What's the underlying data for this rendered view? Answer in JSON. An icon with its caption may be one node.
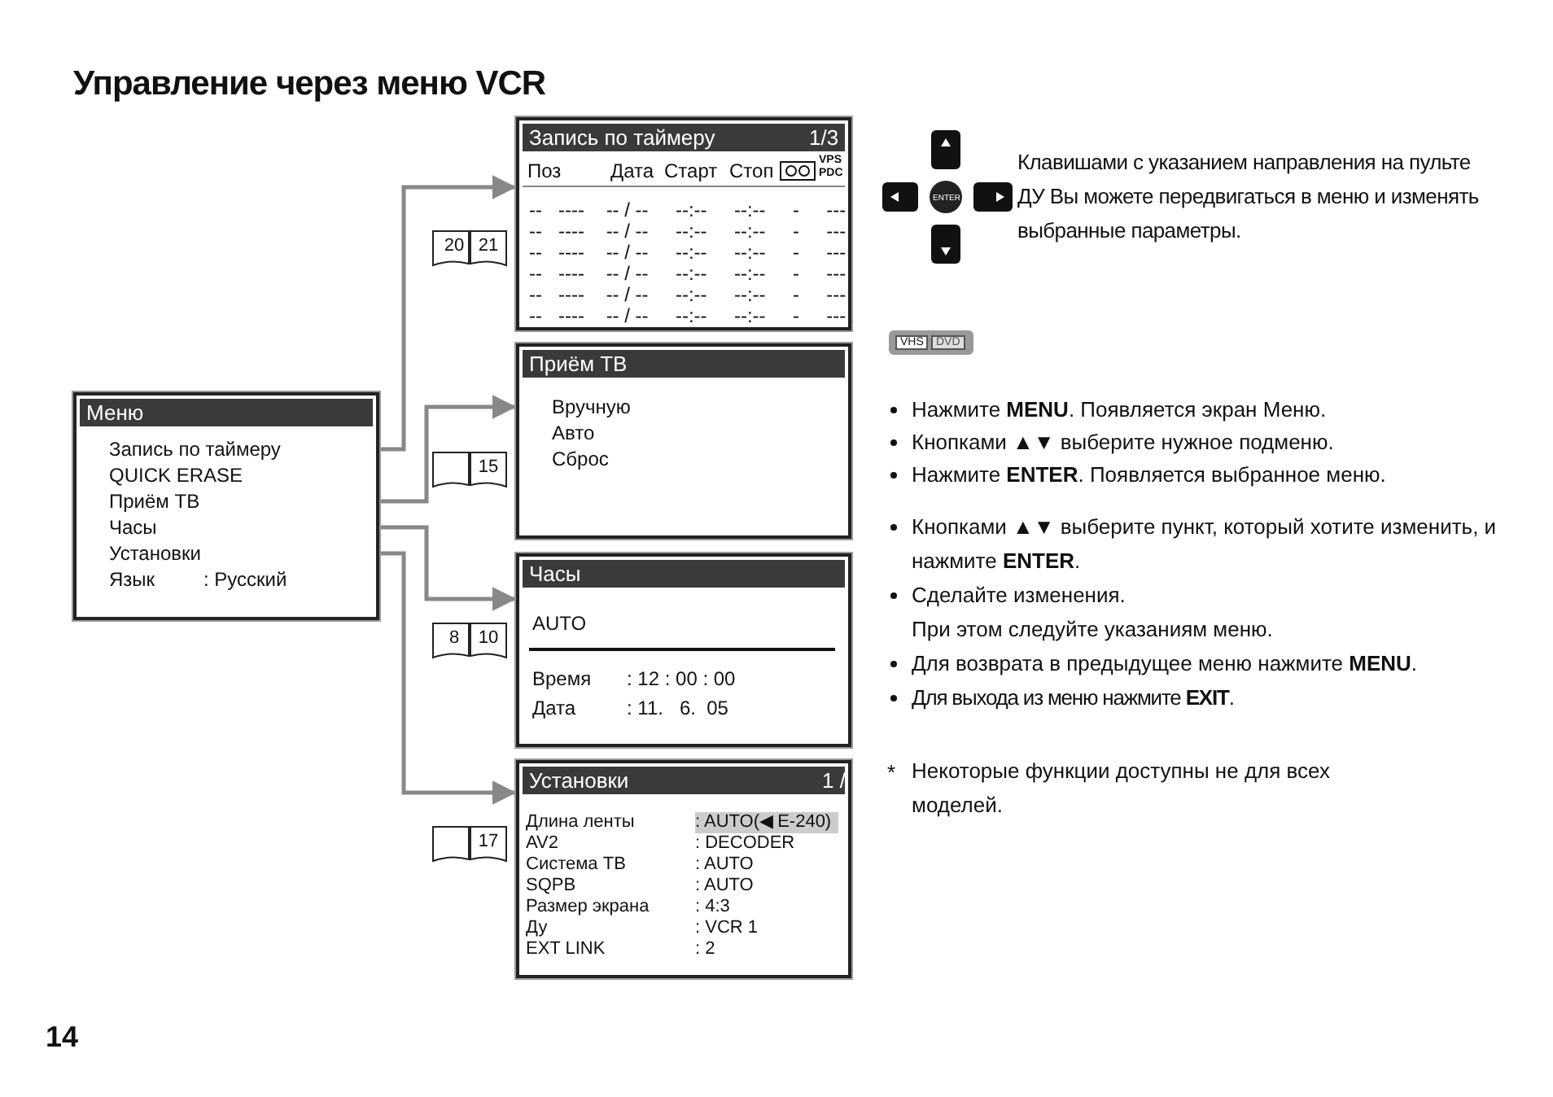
{
  "diagram": {
    "title": "Управление через меню VCR",
    "nodes": [
      {
        "text": [
          "Меню"
        ]
      },
      {
        "text": [
          "Запись по таймеру"
        ],
        "in": 0
      },
      {
        "text": [
          "QUICK ERASE"
        ],
        "in": 0
      },
      {
        "text": [
          "Приём ТВ"
        ],
        "in": 0
      },
      {
        "text": [
          "Часы"
        ],
        "in": 0
      },
      {
        "text": [
          "Установки"
        ],
        "in": 0
      },
      {
        "text": [
          "Язык",
          ": Русский"
        ],
        "in": 0
      },
      {
        "text": [
          "Запись по таймеру",
          "1/3",
          "Поз",
          "Дата",
          "Старт",
          "Стоп",
          "VPS PDC",
          "--   ----    -- / --     --:--     --:--     -     ---",
          "--   ----    -- / --     --:--     --:--     -     ---",
          "--   ----    -- / --     --:--     --:--     -     ---",
          "--   ----    -- / --     --:--     --:--     -     ---",
          "--   ----    -- / --     --:--     --:--     -     ---",
          "--   ----    -- / --     --:--     --:--     -     ---"
        ]
      },
      {
        "text": [
          "Приём ТВ",
          "Вручную",
          "Авто",
          "Сброс"
        ]
      },
      {
        "text": [
          "Часы",
          "AUTO",
          "Время",
          ": 12 : 00 : 00",
          "Дата",
          ": 11.   6.  05"
        ]
      },
      {
        "text": [
          "Установки",
          "1 /",
          "Длина ленты",
          ": AUTO(◀ E-240)",
          "AV2",
          ": DECODER",
          "Система ТВ",
          ": AUTO",
          "SQPB",
          ": AUTO",
          "Размер экрана",
          ": 4:3",
          "Ду",
          ": VCR 1",
          "EXT LINK",
          ": 2"
        ]
      }
    ],
    "edges": [
      {
        "from": 1,
        "to": 7,
        "arrow": "to"
      },
      {
        "from": 3,
        "to": 8,
        "arrow": "to"
      },
      {
        "from": 4,
        "to": 9,
        "arrow": "to"
      },
      {
        "from": 5,
        "to": 10,
        "arrow": "to"
      }
    ],
    "labels": [
      "ENTER",
      "Клавишами с указанием направления на пульте ДУ Вы можете передвигаться в меню и изменять выбранные параметры.",
      "VHS",
      "DVD",
      "Нажмите **MENU**. Появляется экран Меню.",
      "Кнопками ▲▼ выберите нужное подменю.",
      "Нажмите **ENTER**. Появляется выбранное меню.",
      "Кнопками ▲▼ выберите пункт, который хотите изменить, и нажмите **ENTER**.",
      "Сделайте изменения.",
      "При этом следуйте указаниям меню.",
      "Для возврата в предыдущее меню нажмите **MENU**.",
      "Для выхода из меню нажмите **EXIT**.",
      "*",
      "Некоторые функции доступны не для всех моделей.",
      "20",
      "21",
      "15",
      "8",
      "10",
      "17",
      "14"
    ]
  }
}
